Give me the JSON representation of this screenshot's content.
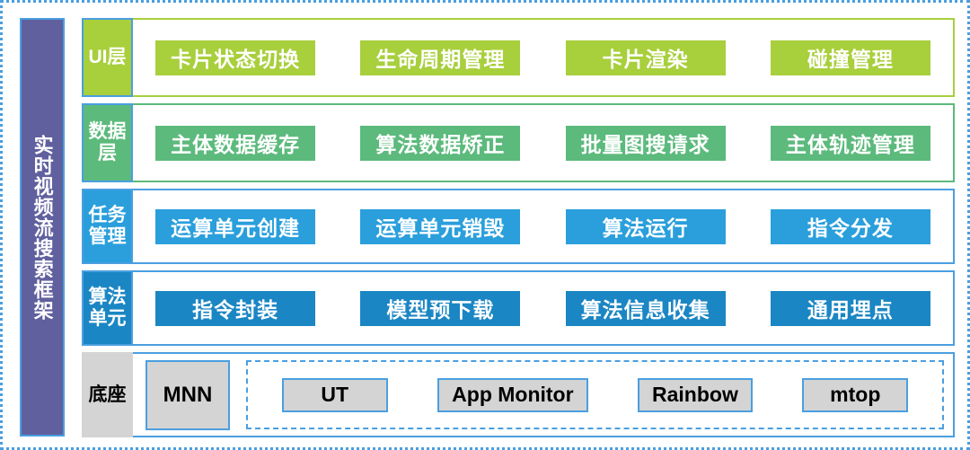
{
  "diagram": {
    "title": "实时视频流搜索框架",
    "framework_banner": {
      "label": "实时视频流搜索框架"
    },
    "colors": {
      "banner_purple": "#60609f",
      "border_blue": "#4a9fe0",
      "ui_green": "#a8cf3c",
      "data_green": "#5cba7c",
      "task_blue": "#2a9fdc",
      "algo_blue": "#1b86c4",
      "base_gray": "#d4d4d4"
    },
    "layers": [
      {
        "id": "ui",
        "label": "UI层",
        "label_lines": [
          "UI层"
        ],
        "items": [
          "卡片状态切换",
          "生命周期管理",
          "卡片渲染",
          "碰撞管理"
        ]
      },
      {
        "id": "data",
        "label": "数据层",
        "label_lines": [
          "数据",
          "层"
        ],
        "items": [
          "主体数据缓存",
          "算法数据矫正",
          "批量图搜请求",
          "主体轨迹管理"
        ]
      },
      {
        "id": "task",
        "label": "任务管理",
        "label_lines": [
          "任务",
          "管理"
        ],
        "items": [
          "运算单元创建",
          "运算单元销毁",
          "算法运行",
          "指令分发"
        ]
      },
      {
        "id": "algo",
        "label": "算法单元",
        "label_lines": [
          "算法",
          "单元"
        ],
        "items": [
          "指令封装",
          "模型预下载",
          "算法信息收集",
          "通用埋点"
        ]
      },
      {
        "id": "base",
        "label": "底座",
        "label_lines": [
          "底座"
        ],
        "standalone_item": "MNN",
        "grouped_items": [
          "UT",
          "App Monitor",
          "Rainbow",
          "mtop"
        ]
      }
    ]
  }
}
